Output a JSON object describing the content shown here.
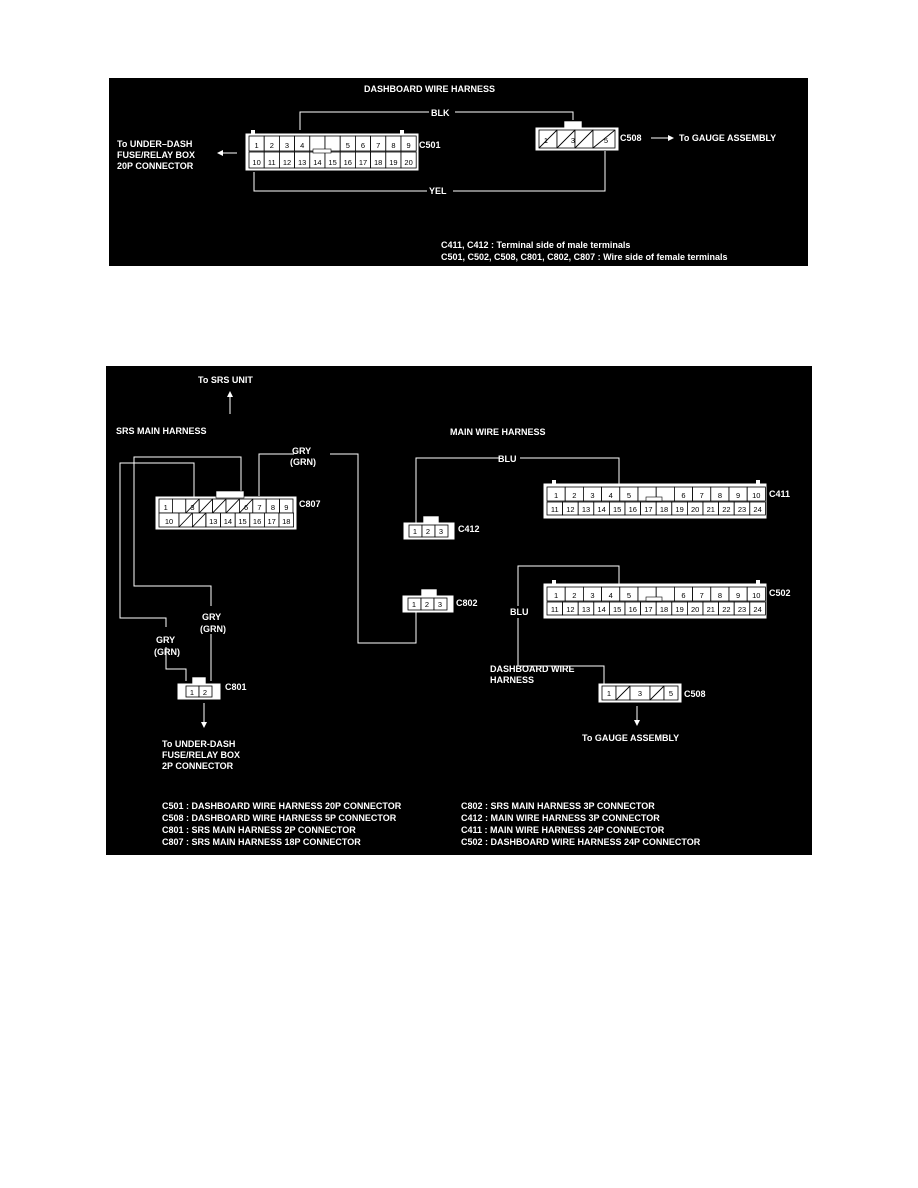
{
  "diagram": {
    "top": {
      "title": "DASHBOARD WIRE HARNESS",
      "to_fuse_box": [
        "To UNDER–DASH",
        "FUSE/RELAY BOX",
        "20P CONNECTOR"
      ],
      "c501_label": "C501",
      "c508_label": "C508",
      "to_gauge": "To GAUGE ASSEMBLY",
      "wire_blk": "BLK",
      "wire_yel": "YEL",
      "c501_row1": [
        "1",
        "2",
        "3",
        "4",
        "",
        "",
        "5",
        "6",
        "7",
        "8",
        "9"
      ],
      "c501_row2": [
        "10",
        "11",
        "12",
        "13",
        "14",
        "15",
        "16",
        "17",
        "18",
        "19",
        "20"
      ],
      "c508_pins": [
        "1",
        "3",
        "5"
      ],
      "note_line1": "C411, C412  : Terminal side of male terminals",
      "note_line2": "C501, C502, C508, C801, C802, C807 : Wire side of female terminals"
    },
    "bottom": {
      "to_srs_unit": "To SRS UNIT",
      "srs_main_harness": "SRS MAIN HARNESS",
      "main_wire_harness": "MAIN WIRE HARNESS",
      "dashboard_harness": [
        "DASHBOARD WIRE",
        "HARNESS"
      ],
      "wire_gry": "GRY",
      "wire_grn": "(GRN)",
      "wire_blu": "BLU",
      "c807_label": "C807",
      "c807_row1": [
        "1",
        "",
        "3",
        "",
        "",
        "",
        "6",
        "7",
        "8",
        "9"
      ],
      "c807_row2": [
        "10",
        "13",
        "14",
        "15",
        "16",
        "17",
        "18"
      ],
      "c412_label": "C412",
      "c412_pins": [
        "1",
        "2",
        "3"
      ],
      "c802_label": "C802",
      "c802_pins": [
        "1",
        "2",
        "3"
      ],
      "c801_label": "C801",
      "c801_pins": [
        "1",
        "2"
      ],
      "c411_label": "C411",
      "c502_label": "C502",
      "row24_top": [
        "1",
        "2",
        "3",
        "4",
        "5",
        "",
        "",
        "6",
        "7",
        "8",
        "9",
        "10"
      ],
      "row24_bottom": [
        "11",
        "12",
        "13",
        "14",
        "15",
        "16",
        "17",
        "18",
        "19",
        "20",
        "21",
        "22",
        "23",
        "24"
      ],
      "c508_label": "C508",
      "c508_pins": [
        "1",
        "3",
        "5"
      ],
      "to_fuse_box": [
        "To UNDER-DASH",
        "FUSE/RELAY BOX",
        "2P CONNECTOR"
      ],
      "to_gauge": "To GAUGE ASSEMBLY",
      "legend_left": [
        "C501  : DASHBOARD WIRE HARNESS 20P CONNECTOR",
        "C508  : DASHBOARD WIRE HARNESS 5P CONNECTOR",
        "C801  : SRS MAIN HARNESS 2P CONNECTOR",
        "C807  : SRS MAIN HARNESS 18P CONNECTOR"
      ],
      "legend_right": [
        "C802  : SRS MAIN HARNESS 3P CONNECTOR",
        "C412  : MAIN WIRE HARNESS 3P CONNECTOR",
        "C411  : MAIN WIRE HARNESS 24P CONNECTOR",
        "C502  : DASHBOARD WIRE HARNESS 24P CONNECTOR"
      ]
    }
  }
}
